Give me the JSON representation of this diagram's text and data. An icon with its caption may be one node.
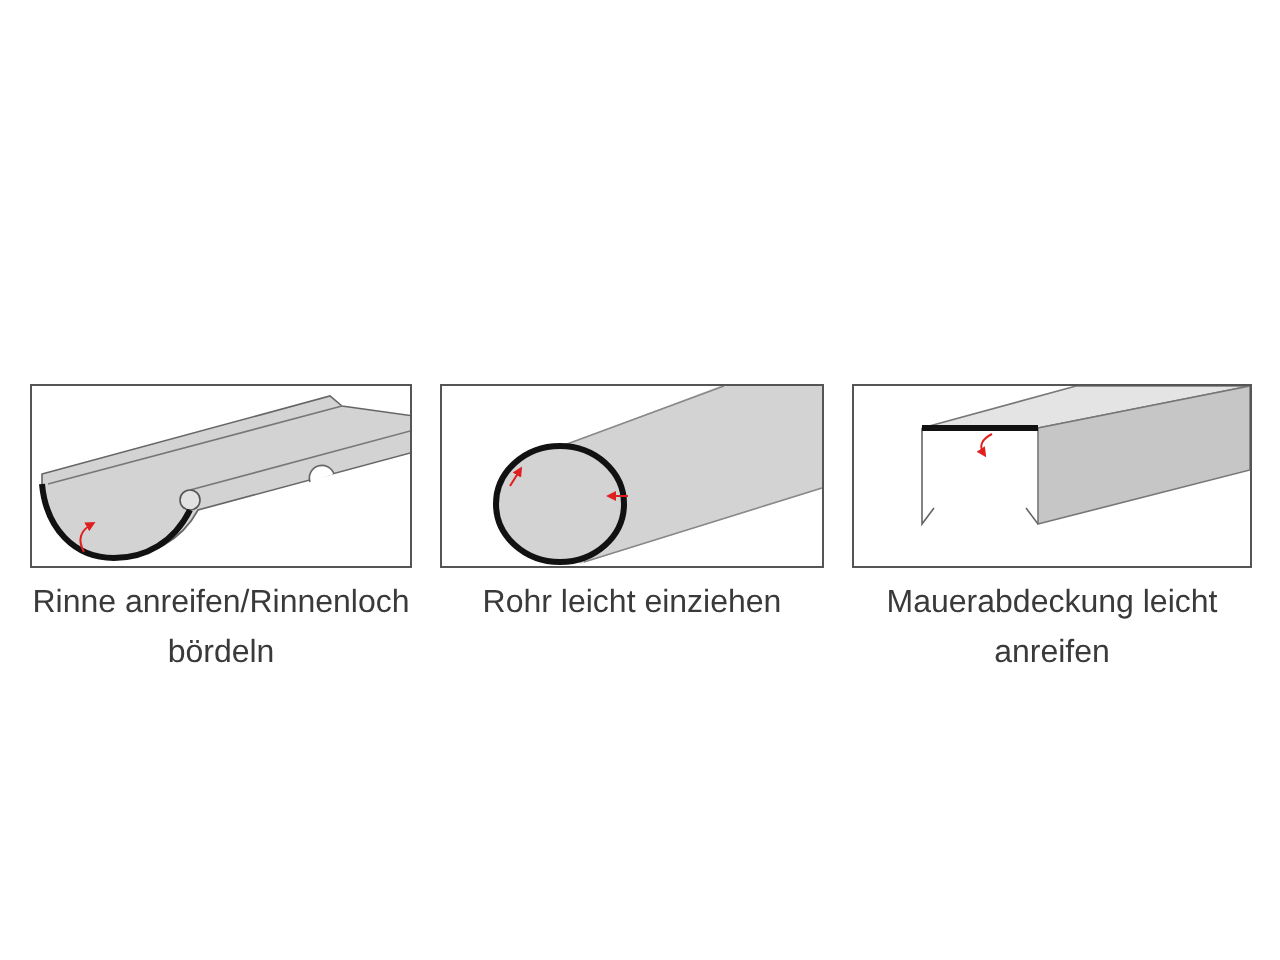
{
  "diagram": {
    "nodes": [
      {
        "text": [],
        "shape": "picture",
        "beside": [
          "Rinne anreifen/Rinnenloch bördeln"
        ]
      },
      {
        "text": [],
        "shape": "picture",
        "beside": [
          "Rohr leicht einziehen"
        ]
      },
      {
        "text": [],
        "shape": "picture",
        "beside": [
          "Mauerabdeckung leicht anreifen"
        ]
      }
    ]
  }
}
